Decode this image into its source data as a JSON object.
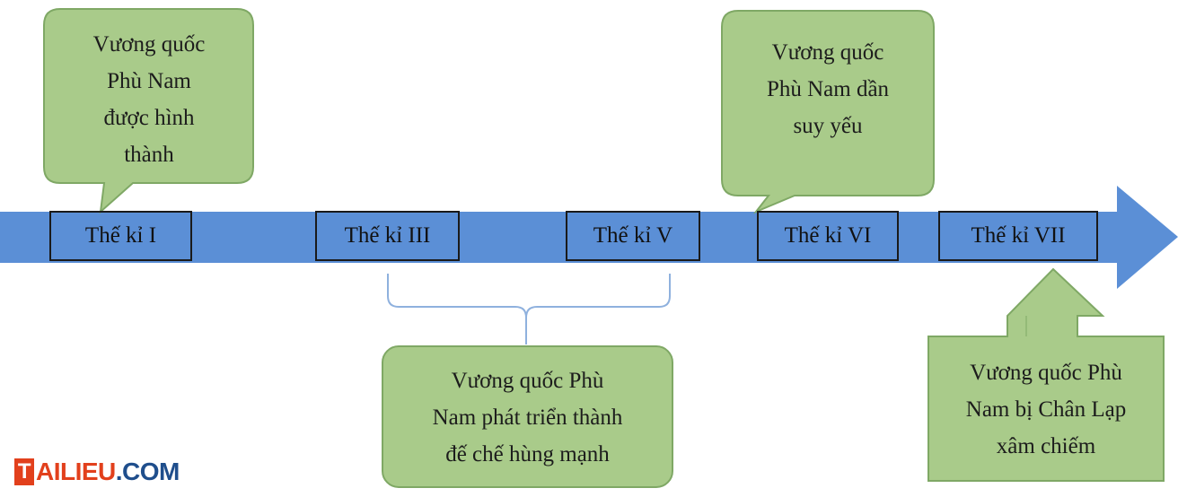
{
  "timeline": {
    "periods": [
      {
        "label": "Thế kỉ I"
      },
      {
        "label": "Thế kỉ III"
      },
      {
        "label": "Thế kỉ V"
      },
      {
        "label": "Thế kỉ VI"
      },
      {
        "label": "Thế kỉ VII"
      }
    ]
  },
  "events": [
    {
      "text": "Vương quốc\nPhù Nam\nđược hình\nthành"
    },
    {
      "text": "Vương quốc\nPhù Nam dần\nsuy yếu"
    },
    {
      "text": "Vương quốc Phù\nNam phát triển thành\nđế chế hùng mạnh"
    },
    {
      "text": "Vương quốc Phù\nNam bị Chân Lạp\nxâm chiếm"
    }
  ],
  "colors": {
    "arrow": "#5b8fd6",
    "callout_fill": "#a9cb8a",
    "callout_stroke": "#7fa865",
    "brace": "#8fb1de"
  },
  "logo": {
    "mark": "T",
    "text": "AILIEU",
    "suffix": ".COM"
  }
}
